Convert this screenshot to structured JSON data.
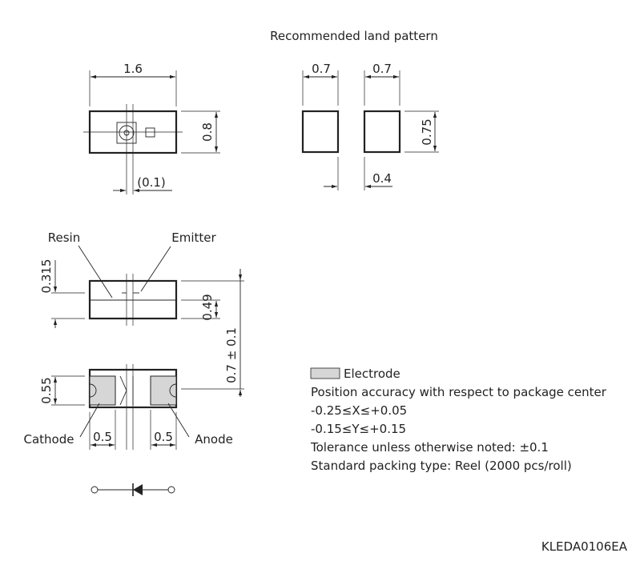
{
  "land_pattern": {
    "title": "Recommended land pattern",
    "pad_width_left": "0.7",
    "pad_width_right": "0.7",
    "pad_height": "0.75",
    "pad_gap": "0.4"
  },
  "top_view": {
    "length": "1.6",
    "width": "0.8",
    "offset": "(0.1)"
  },
  "side_view": {
    "resin_label": "Resin",
    "emitter_label": "Emitter",
    "emitter_height": "0.315",
    "resin_height": "0.49",
    "total_height": "0.7 ± 0.1"
  },
  "bottom_view": {
    "electrode_height": "0.55",
    "cathode_label": "Cathode",
    "anode_label": "Anode",
    "cathode_width": "0.5",
    "anode_width": "0.5"
  },
  "notes": {
    "legend_label": "Electrode",
    "legend_color": "#d6d6d6",
    "line1": "Position accuracy with respect to package center",
    "line2": "-0.25≤X≤+0.05",
    "line3": "-0.15≤Y≤+0.15",
    "line4": "Tolerance unless otherwise noted: ±0.1",
    "line5": "Standard packing type: Reel (2000 pcs/roll)"
  },
  "drawing_code": "KLEDA0106EA"
}
